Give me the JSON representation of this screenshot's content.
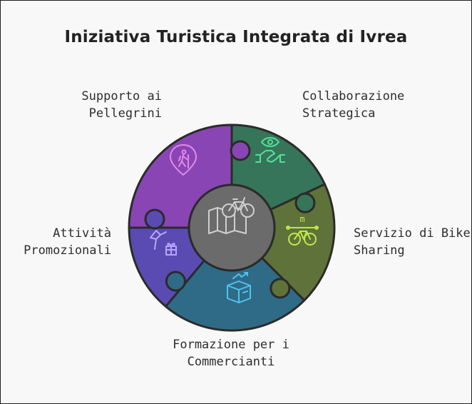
{
  "title": "Iniziativa Turistica Integrata di Ivrea",
  "segments": [
    {
      "key": "pellegrini",
      "lines": [
        "Supporto ai",
        "Pellegrini"
      ],
      "color": "#8a45b4",
      "icon": "hiker-location-pin-icon",
      "icon_color": "#e08ae8"
    },
    {
      "key": "collaborazione",
      "lines": [
        "Collaborazione",
        "Strategica"
      ],
      "color": "#367559",
      "icon": "eye-handshake-icon",
      "icon_color": "#4fe29c"
    },
    {
      "key": "bike",
      "lines": [
        "Servizio di Bike",
        "Sharing"
      ],
      "color": "#5f7239",
      "icon": "bicycle-meter-icon",
      "icon_color": "#bfe84a"
    },
    {
      "key": "formazione",
      "lines": [
        "Formazione per i",
        "Commercianti"
      ],
      "color": "#2f6b86",
      "icon": "box-growth-chart-icon",
      "icon_color": "#4ec4f0"
    },
    {
      "key": "promozionali",
      "lines": [
        "Attività",
        "Promozionali"
      ],
      "color": "#5a4bb3",
      "icon": "megaphone-gift-icon",
      "icon_color": "#b8a5ff"
    }
  ],
  "center": {
    "color": "#6b6b6b",
    "icon": "bicycle-map-icon",
    "icon_color": "#cfcfcf"
  }
}
